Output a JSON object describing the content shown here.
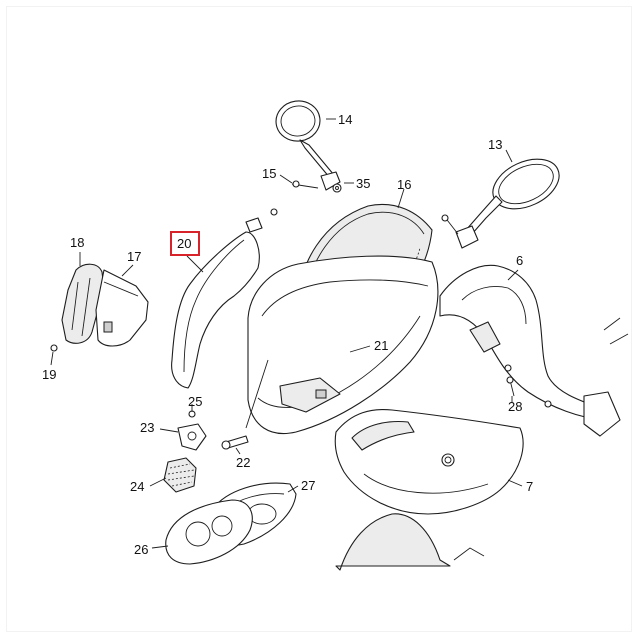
{
  "diagram": {
    "highlight_color": "#d9232a",
    "highlighted_callout": "20",
    "callouts": {
      "c14": "14",
      "c13": "13",
      "c15": "15",
      "c35": "35",
      "c16": "16",
      "c18": "18",
      "c17": "17",
      "c20": "20",
      "c6": "6",
      "c21": "21",
      "c19": "19",
      "c25": "25",
      "c28": "28",
      "c23": "23",
      "c22": "22",
      "c7": "7",
      "c24": "24",
      "c27": "27",
      "c26": "26"
    }
  }
}
